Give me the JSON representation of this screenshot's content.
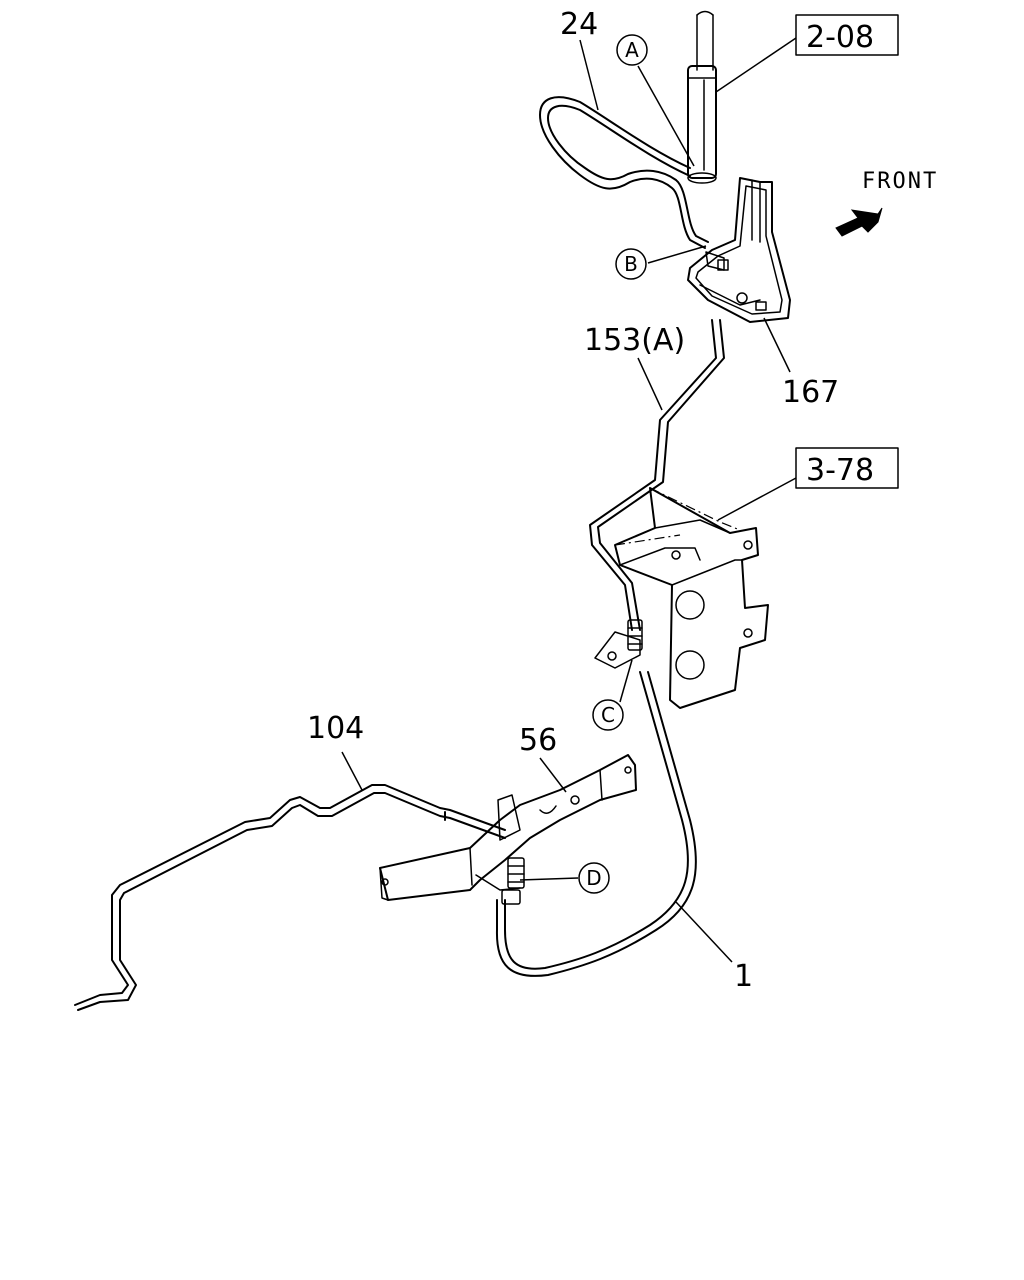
{
  "labels": {
    "p24": "24",
    "p153": "153(A)",
    "p167": "167",
    "p104": "104",
    "p56": "56",
    "p1": "1",
    "front": "FRONT"
  },
  "refs": {
    "r208": "2-08",
    "r378": "3-78"
  },
  "markers": {
    "a": "A",
    "b": "B",
    "c": "C",
    "d": "D"
  }
}
